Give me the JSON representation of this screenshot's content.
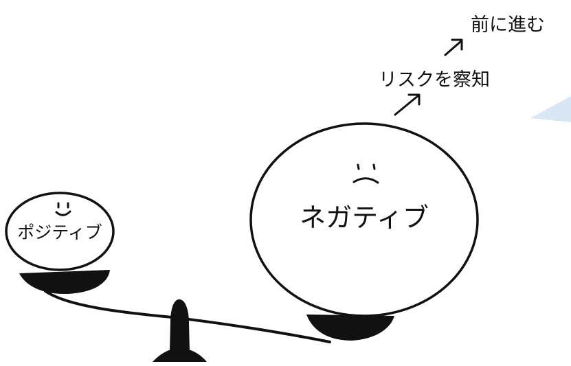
{
  "labels": {
    "positive": "ポジティブ",
    "negative": "ネガティブ",
    "risk": "リスクを察知",
    "forward": "前に進む"
  },
  "colors": {
    "ink": "#111111",
    "paper": "#ffffff",
    "accent": "#d9e6f3"
  },
  "icons": {
    "positive_face": "smile-face-icon",
    "negative_face": "frown-face-icon",
    "arrows": "up-right-arrow-icon"
  }
}
